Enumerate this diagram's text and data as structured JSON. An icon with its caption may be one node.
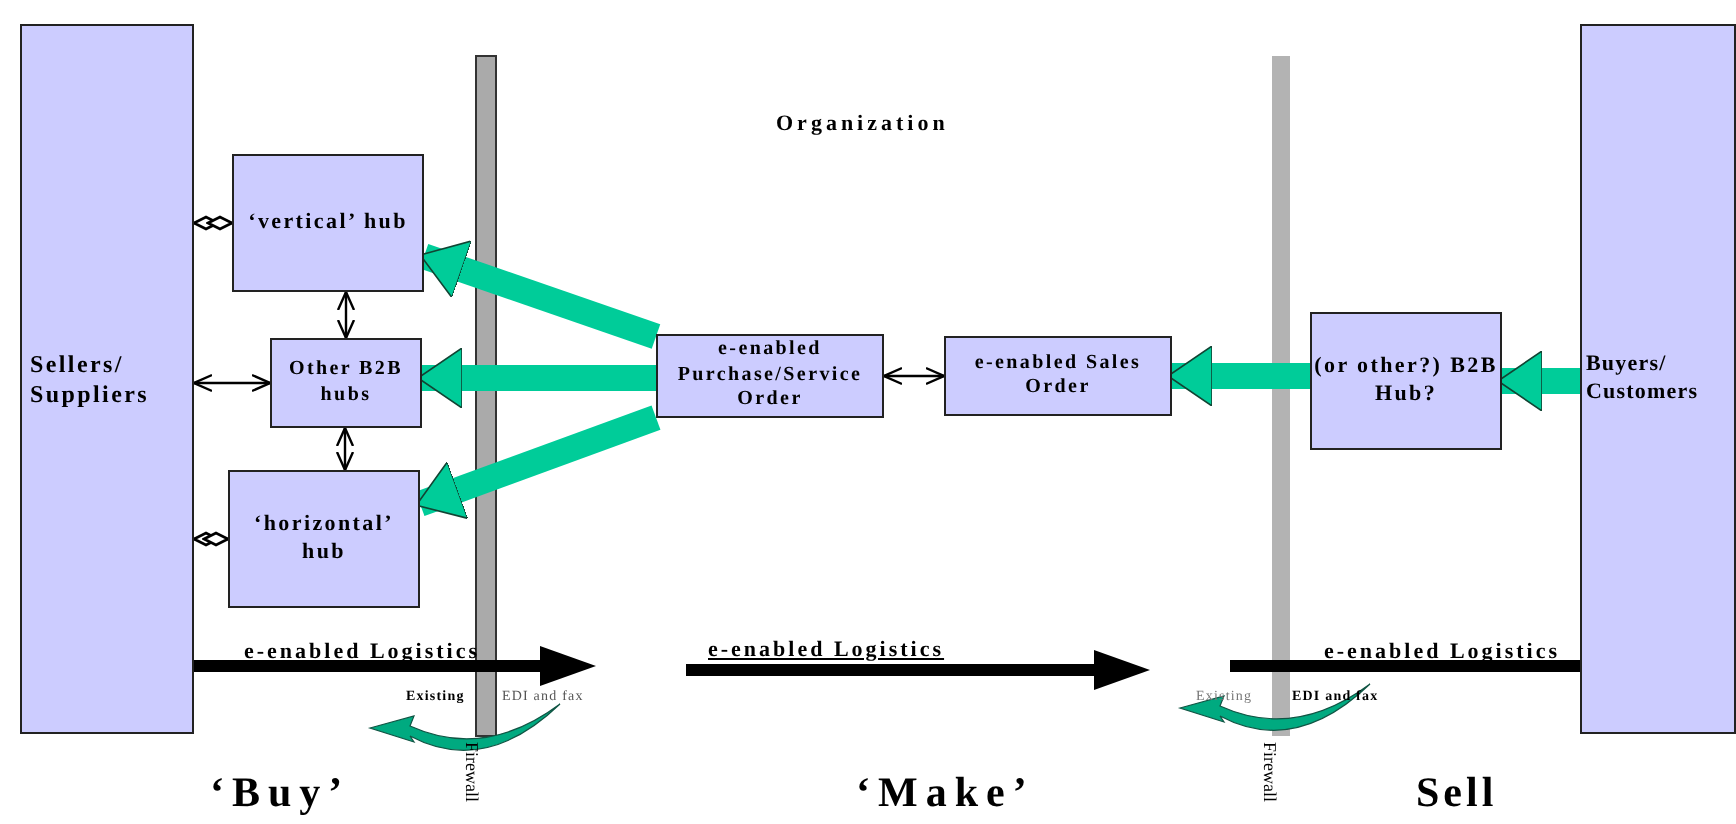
{
  "diagram": {
    "nodes": [
      {
        "text": [
          "Sellers/ Suppliers"
        ]
      },
      {
        "text": [
          "‘vertical’ hub"
        ]
      },
      {
        "text": [
          "Other B2B hubs"
        ]
      },
      {
        "text": [
          "‘horizontal’ hub"
        ]
      },
      {
        "text": [
          "e-enabled Purchase/Service Order"
        ]
      },
      {
        "text": [
          "e-enabled Sales Order"
        ]
      },
      {
        "text": [
          "(or other?) B2B Hub?"
        ]
      },
      {
        "text": [
          "Buyers/ Customers"
        ]
      }
    ],
    "edges": [
      {
        "from": 0,
        "to": 1,
        "arrow": "other"
      },
      {
        "from": 0,
        "to": 2,
        "arrow": "both"
      },
      {
        "from": 0,
        "to": 3,
        "arrow": "other"
      },
      {
        "from": 1,
        "to": 2,
        "arrow": "both"
      },
      {
        "from": 2,
        "to": 3,
        "arrow": "both"
      },
      {
        "from": 4,
        "to": 1,
        "arrow": "to",
        "style": "thick",
        "color": "#00cc99"
      },
      {
        "from": 4,
        "to": 2,
        "arrow": "to",
        "style": "thick",
        "color": "#00cc99"
      },
      {
        "from": 4,
        "to": 3,
        "arrow": "to",
        "style": "thick",
        "color": "#00cc99"
      },
      {
        "from": 4,
        "to": 5,
        "arrow": "both"
      },
      {
        "from": 6,
        "to": 5,
        "arrow": "to",
        "style": "thick",
        "color": "#00cc99"
      },
      {
        "from": 7,
        "to": 6,
        "arrow": "to",
        "style": "thick",
        "color": "#00cc99"
      }
    ],
    "labels": [
      "Organization",
      "e-enabled Logistics",
      "e-enabled Logistics",
      "e-enabled Logistics",
      "Existing",
      "EDI and fax",
      "Existing",
      "EDI and fax",
      "Firewall",
      "Firewall",
      "‘Buy’",
      "‘Make’",
      "Sell"
    ]
  }
}
